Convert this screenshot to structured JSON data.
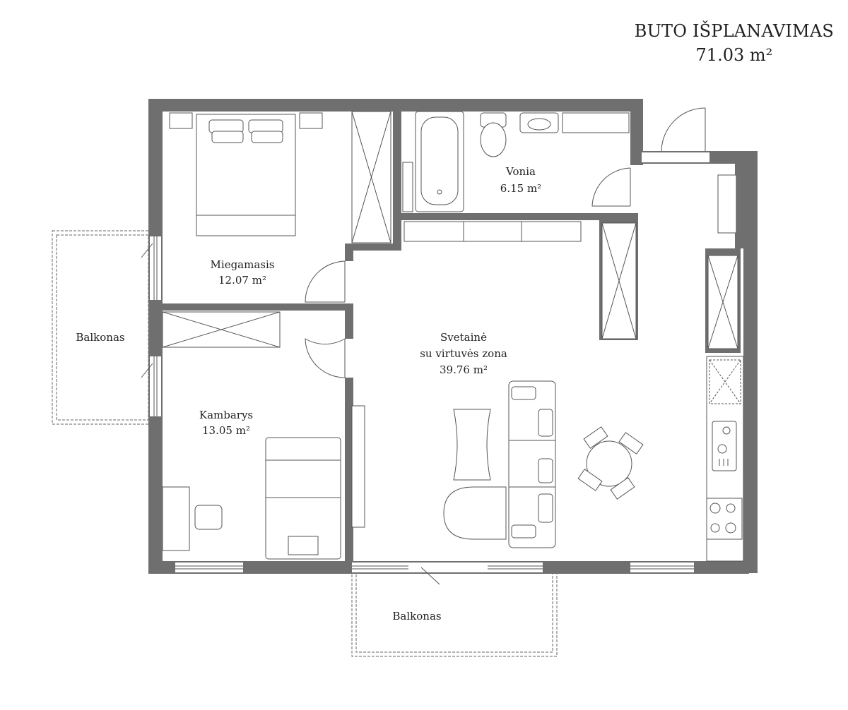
{
  "plan": {
    "title": "BUTO IŠPLANAVIMAS",
    "total_area": "71.03 m²"
  },
  "rooms": {
    "bedroom": {
      "name": "Miegamasis",
      "area": "12.07 m²"
    },
    "room": {
      "name": "Kambarys",
      "area": "13.05 m²"
    },
    "bath": {
      "name": "Vonia",
      "area": "6.15 m²"
    },
    "living": {
      "name": "Svetainė",
      "subtitle": "su virtuvės zona",
      "area": "39.76 m²"
    },
    "balcony_left": {
      "name": "Balkonas"
    },
    "balcony_bottom": {
      "name": "Balkonas"
    }
  },
  "colors": {
    "wall": "#6f6f6f",
    "line": "#555555",
    "text": "#222222"
  }
}
